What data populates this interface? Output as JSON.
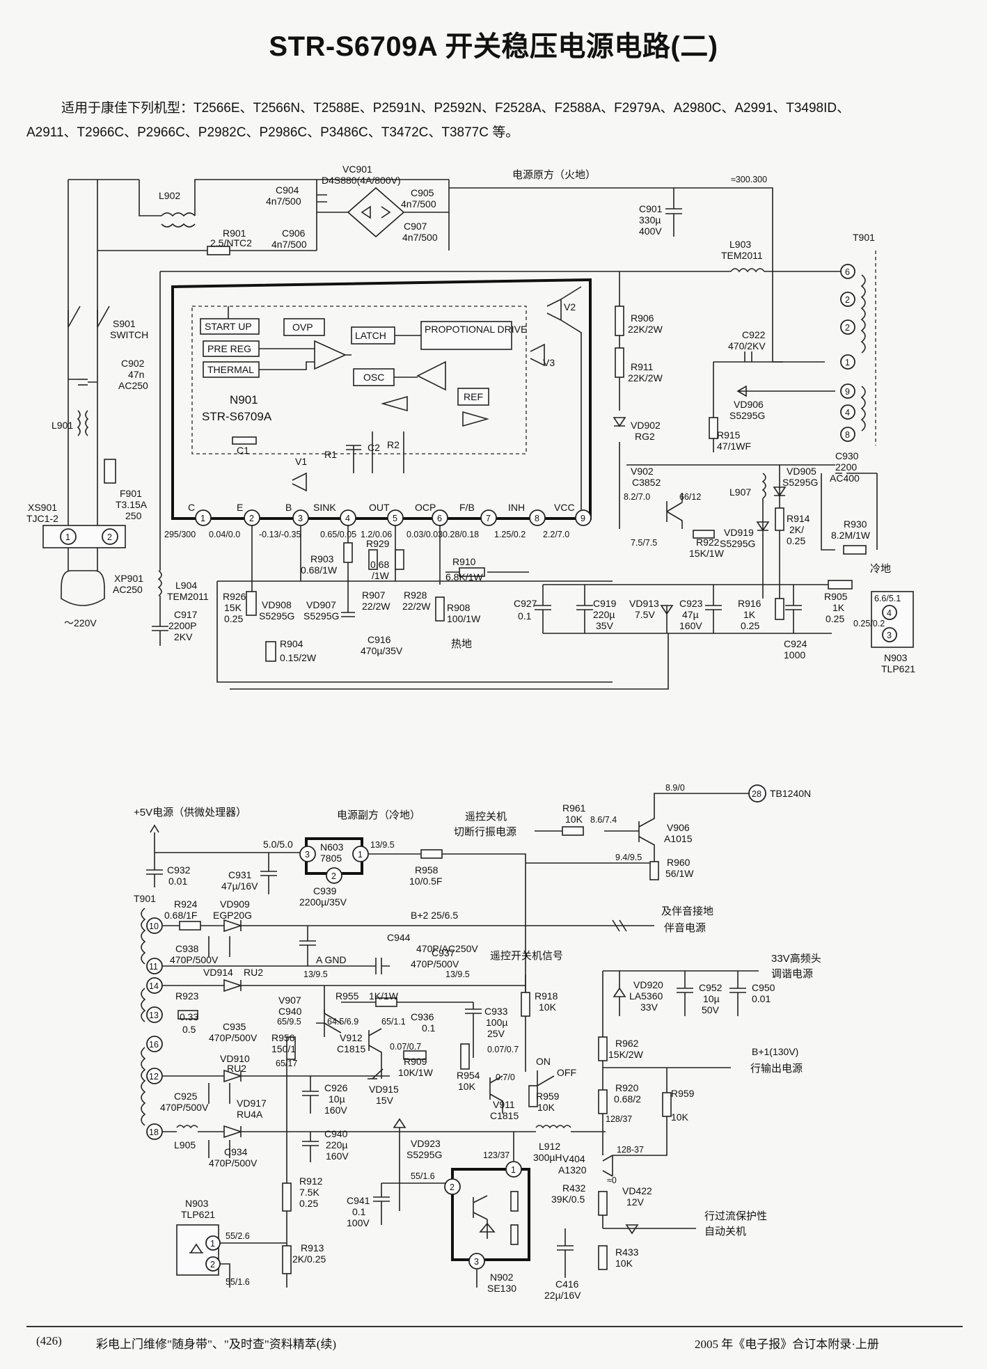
{
  "title": "STR-S6709A 开关稳压电源电路(二)",
  "intro": {
    "line1": "适用于康佳下列机型：T2566E、T2566N、T2588E、P2591N、P2592N、F2528A、F2588A、F2979A、A2980C、A2991、T3498ID、",
    "line2": "A2911、T2966C、P2966C、P2982C、P2986C、P3486C、T3472C、T3877C 等。"
  },
  "top": {
    "vc901": "VC901",
    "vc901_val": "D4S880(4A/800V)",
    "primary_label": "电源原方（火地）",
    "dc_voltage": "≈300.300",
    "L902": "L902",
    "R901": "R901",
    "R901_val": "2.5/NTC2",
    "C904": "C904",
    "C904_val": "4n7/500",
    "C905": "C905",
    "C905_val": "4n7/500",
    "C906": "C906",
    "C906_val": "4n7/500",
    "C907": "C907",
    "C907_val": "4n7/500",
    "C901": "C901",
    "C901_val1": "330µ",
    "C901_val2": "400V",
    "L903": "L903",
    "L903_val": "TEM2011",
    "T901": "T901",
    "S901": "S901",
    "S901_val": "SWITCH",
    "C902": "C902",
    "C902_val1": "47n",
    "C902_val2": "AC250",
    "L901": "L901",
    "F901": "F901",
    "F901_val1": "T3.15A",
    "F901_val2": "250",
    "XS901": "XS901",
    "XS901_val": "TJC1-2",
    "XP901": "XP901",
    "XP901_val": "AC250",
    "mains": "～220V",
    "ic_name": "N901",
    "ic_part": "STR-S6709A",
    "blocks": [
      "START UP",
      "PRE REG",
      "THERMAL",
      "OVP",
      "LATCH",
      "PROPOTIONAL DRIVE",
      "OSC",
      "REF"
    ],
    "inner": [
      "V1",
      "V2",
      "V3",
      "R1",
      "R2",
      "C1",
      "C2"
    ],
    "pins": [
      {
        "n": "1",
        "name": "C",
        "v": "295/300"
      },
      {
        "n": "2",
        "name": "E",
        "v": "0.04/0.0"
      },
      {
        "n": "3",
        "name": "B",
        "v": "-0.13/-0.35"
      },
      {
        "n": "4",
        "name": "SINK",
        "v": "0.65/0.05"
      },
      {
        "n": "5",
        "name": "OUT",
        "v": "1.2/0.06"
      },
      {
        "n": "6",
        "name": "OCP",
        "v": "0.03/0.03"
      },
      {
        "n": "7",
        "name": "F/B",
        "v": "0.28/0.18"
      },
      {
        "n": "8",
        "name": "INH",
        "v": "1.25/0.2"
      },
      {
        "n": "9",
        "name": "VCC",
        "v": "2.2/7.0"
      }
    ],
    "R906": "R906",
    "R906_val": "22K/2W",
    "R911": "R911",
    "R911_val": "22K/2W",
    "VD902": "VD902",
    "VD902_val": "RG2",
    "C922": "C922",
    "C922_val": "470/2KV",
    "VD906": "VD906",
    "VD906_val": "S5295G",
    "R915": "R915",
    "R915_val": "47/1WF",
    "V902": "V902",
    "V902_val": "C3852",
    "V902_v1": "8.2/7.0",
    "V902_v2": "66/12",
    "V902_v3": "7.5/7.5",
    "R922": "R922",
    "R922_val": "15K/1W",
    "L907": "L907",
    "VD905": "VD905",
    "VD905_val": "S5295G",
    "C930": "C930",
    "C930_val1": "2200",
    "C930_val2": "AC400",
    "R914": "R914",
    "R914_val1": "2K/",
    "R914_val2": "0.25",
    "R930": "R930",
    "R930_val": "8.2M/1W",
    "cold_ground": "冷地",
    "VD919": "VD919",
    "VD919_val": "S5295G",
    "R903": "R903",
    "R903_val": "0.68/1W",
    "R929": "R929",
    "R929_val1": "0.68",
    "R929_val2": "/1W",
    "R910": "R910",
    "R910_val": "6.8K/1W",
    "R907": "R907",
    "R907_val": "22/2W",
    "R928": "R928",
    "R928_val": "22/2W",
    "R908": "R908",
    "R908_val": "100/1W",
    "hot_ground": "热地",
    "C927": "C927",
    "C927_val": "0.1",
    "C919": "C919",
    "C919_val1": "220µ",
    "C919_val2": "35V",
    "VD913": "VD913",
    "VD913_val": "7.5V",
    "C923": "C923",
    "C923_val1": "47µ",
    "C923_val2": "160V",
    "R916": "R916",
    "R916_val1": "1K",
    "R916_val2": "0.25",
    "R905": "R905",
    "R905_val1": "1K",
    "R905_val2": "0.25",
    "C924": "C924",
    "C924_val": "1000",
    "N903": "N903",
    "N903_val": "TLP621",
    "N903_v1": "6.6/5.1",
    "N903_v2": "0.25/0.2",
    "L904": "L904",
    "L904_val": "TEM2011",
    "C917": "C917",
    "C917_val1": "2200P",
    "C917_val2": "2KV",
    "R926": "R926",
    "R926_val1": "15K",
    "R926_val2": "0.25",
    "VD908": "VD908",
    "VD908_val": "S5295G",
    "VD907": "VD907",
    "VD907_val": "S5295G",
    "R904": "R904",
    "R904_val": "0.15/2W",
    "C916": "C916",
    "C916_val": "470µ/35V"
  },
  "bottom": {
    "plus5": "+5V电源（供微处理器）",
    "secondary_label": "电源副方（冷地）",
    "remote_off": "遥控关机",
    "remote_off2": "切断行振电源",
    "R961": "R961",
    "R961_val": "10K",
    "R961_v": "8.6/7.4",
    "v906_top": "8.9/0",
    "V906": "V906",
    "V906_val": "A1015",
    "tb": "28",
    "tb_label": "TB1240N",
    "V906_v": "9.4/9.5",
    "R960": "R960",
    "R960_val": "56/1W",
    "N603": "N603",
    "N603_val": "7805",
    "N603_vin": "13/9.5",
    "N603_vout": "5.0/5.0",
    "C932": "C932",
    "C932_val": "0.01",
    "C931": "C931",
    "C931_val": "47µ/16V",
    "R958": "R958",
    "R958_val": "10/0.5F",
    "C939": "C939",
    "C939_val": "2200µ/35V",
    "T901": "T901",
    "R924": "R924",
    "R924_val": "0.68/1F",
    "VD909": "VD909",
    "VD909_val": "EGP20G",
    "B2": "B+2  25/6.5",
    "audio_gnd": "及伴音接地",
    "audio_pwr": "伴音电源",
    "C938": "C938",
    "C938_val": "470P/500V",
    "C944": "C944",
    "C944_val": "470P/AC250V",
    "agnd": "A GND",
    "C937": "C937",
    "C937_val": "470P/500V",
    "VD914": "VD914",
    "VD914_val": "RU2",
    "v13_95": "13/9.5",
    "remote_sig": "遥控开关机信号",
    "R923": "R923",
    "R923_val1": "0.33",
    "R923_val2": "0.5",
    "C935": "C935",
    "C935_val": "470P/500V",
    "V907": "V907",
    "C940a": "C940",
    "C940a_v": "65/9.5",
    "R955": "R955",
    "R955_val": "1K/1W",
    "v_645": "64.5/6.9",
    "v_651": "65/1.1",
    "C936": "C936",
    "C936_val": "0.1",
    "C933": "C933",
    "C933_val1": "100µ",
    "C933_val2": "25V",
    "R918": "R918",
    "R918_val": "10K",
    "V912": "V912",
    "V912_val": "C1815",
    "v_007": "0.07/0.7",
    "v_007b": "0.07/0.7",
    "R909": "R909",
    "R909_val": "10K/1W",
    "R956": "R956",
    "R956_val": "150/1",
    "v_65_17": "65/17",
    "VD910": "VD910",
    "VD910_val": "RU2",
    "R954": "R954",
    "R954_val": "10K",
    "on": "ON",
    "off": "OFF",
    "v_07_0": "0.7/0",
    "C926": "C926",
    "C926_val1": "10µ",
    "C926_val2": "160V",
    "VD915": "VD915",
    "VD915_val": "15V",
    "V911": "V911",
    "V911_val": "C1815",
    "R959a": "R959",
    "R959a_val": "10K",
    "C925": "C925",
    "C925_val": "470P/500V",
    "VD917": "VD917",
    "VD917_val": "RU4A",
    "L905": "L905",
    "C934": "C934",
    "C934_val": "470P/500V",
    "C940b": "C940",
    "C940b_val1": "220µ",
    "C940b_val2": "160V",
    "VD923": "VD923",
    "VD923_val": "S5295G",
    "v_123_37": "123/37",
    "L912": "L912",
    "L912_val": "300µH",
    "v_128_37": "128/37",
    "v_128_37b": "128-37",
    "R912": "R912",
    "R912_val1": "7.5K",
    "R912_val2": "0.25",
    "N903": "N903",
    "N903_val": "TLP621",
    "N903_v1": "55/2.6",
    "N903_v2": "55/1.6",
    "C941": "C941",
    "C941_val1": "0.1",
    "C941_val2": "100V",
    "v_55_16": "55/1.6",
    "R913": "R913",
    "R913_val": "2K/0.25",
    "N902": "N902",
    "N902_val": "SE130",
    "VD920": "VD920",
    "VD920_val1": "LA5360",
    "VD920_val2": "33V",
    "C952": "C952",
    "C952_val1": "10µ",
    "C952_val2": "50V",
    "C950": "C950",
    "C950_val": "0.01",
    "tuner1": "33V高频头",
    "tuner2": "调谐电源",
    "R962": "R962",
    "R962_val": "15K/2W",
    "B1": "B+1(130V)",
    "hout": "行输出电源",
    "R920": "R920",
    "R920_val": "0.68/2",
    "R959b": "R959",
    "R959b_val": "10K",
    "V404": "V404",
    "V404_val": "A1320",
    "v_0": "≈0",
    "R432": "R432",
    "R432_val": "39K/0.5",
    "VD422": "VD422",
    "VD422_val": "12V",
    "prot1": "行过流保护性",
    "prot2": "自动关机",
    "R433": "R433",
    "R433_val": "10K",
    "C416": "C416",
    "C416_val": "22µ/16V"
  },
  "footer": {
    "page": "(426)",
    "series": "彩电上门维修\"随身带\"、\"及时查\"资料精萃(续)",
    "source": "2005 年《电子报》合订本附录·上册"
  }
}
